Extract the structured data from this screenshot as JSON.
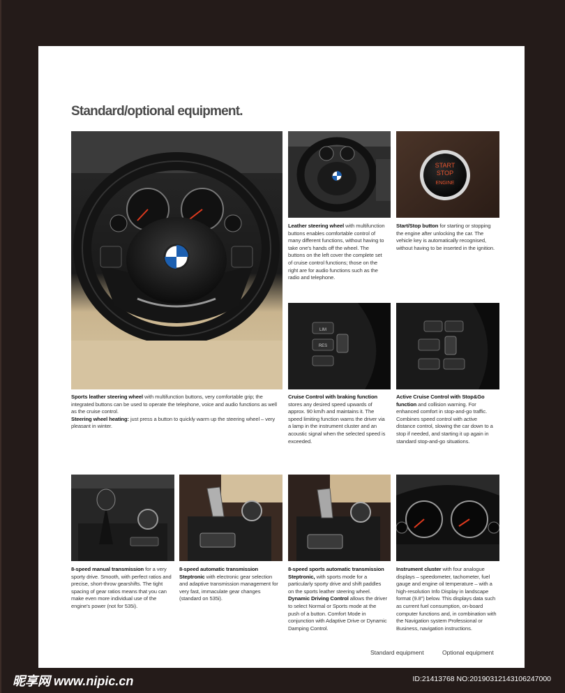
{
  "page": {
    "title": "Standard/optional equipment."
  },
  "captions": {
    "sports_wheel": {
      "t1": "Sports leather steering wheel",
      "b1": " with multifunction buttons, very comfortable grip; the integrated buttons can be used to operate the telephone, voice and audio functions as well as the cruise control.",
      "t2": "Steering wheel heating:",
      "b2": " just press a button to quickly warm up the steering wheel – very pleasant in winter."
    },
    "leather_wheel": {
      "t1": "Leather steering wheel",
      "b1": " with multifunction buttons enables comfortable control of many different functions, without having to take one's hands off the wheel.  The buttons on the left cover the complete set of cruise control functions; those on the right are for audio functions such as the radio and telephone."
    },
    "start_stop": {
      "t1": "Start/Stop button",
      "b1": "  for starting or stopping the engine after unlocking the car. The vehicle key is automatically recognised, without having to be inserted in the ignition."
    },
    "cruise": {
      "t1": "Cruise Control with braking function",
      "b1": " stores any desired speed upwards of approx. 90 km/h and maintains it. The speed limiting function warns the driver via a lamp in the instrument cluster and an acoustic signal when the selected speed is exceeded."
    },
    "active_cruise": {
      "t1": "Active Cruise Control with Stop&Go function",
      "b1": " and collision warning. For enhanced comfort in stop-and-go traffic. Combines speed control with active distance control, slowing the car down to a stop if needed, and starting it up again in standard stop-and-go situations."
    },
    "manual": {
      "t1": "8-speed manual transmission",
      "b1": " for a very sporty drive. Smooth, with perfect ratios and precise, short-throw gearshifts. The tight spacing of gear ratios means that you can make even more individual use of the engine's power (not for 535i)."
    },
    "auto": {
      "t1": "8-speed automatic transmission Steptronic",
      "b1": " with electronic gear selection and adaptive transmission management for very fast, immaculate gear changes (standard on 535i)."
    },
    "sports_auto": {
      "t1": "8-speed sports automatic transmission Steptronic,",
      "b1": " with sports mode for a particularly sporty drive and shift paddles on the sports leather steering wheel.",
      "t2": "Dynamic Driving Control",
      "b2": " allows the driver to select Normal or Sports mode at the push of a button. Comfort Mode in conjunction with Adaptive Drive or Dynamic Damping Control."
    },
    "cluster": {
      "t1": "Instrument cluster",
      "b1": "  with four analogue displays – speedometer, tachometer, fuel gauge and engine oil temperature – with a high-resolution Info Display in landscape format (9.8\") below. This displays data such as current fuel consumption, on-board computer functions and, in combination with the Navigation system Professional or Business, navigation instructions."
    }
  },
  "photo_text": {
    "start_line1": "START",
    "start_line2": "STOP",
    "start_line3": "ENGINE",
    "btn_lim": "LIM",
    "btn_res": "RES"
  },
  "legend": {
    "standard": "Standard equipment",
    "optional": "Optional equipment"
  },
  "watermark": {
    "site": "昵享网 www.nipic.cn",
    "id": "ID:21413768 NO:20190312143106247000"
  }
}
